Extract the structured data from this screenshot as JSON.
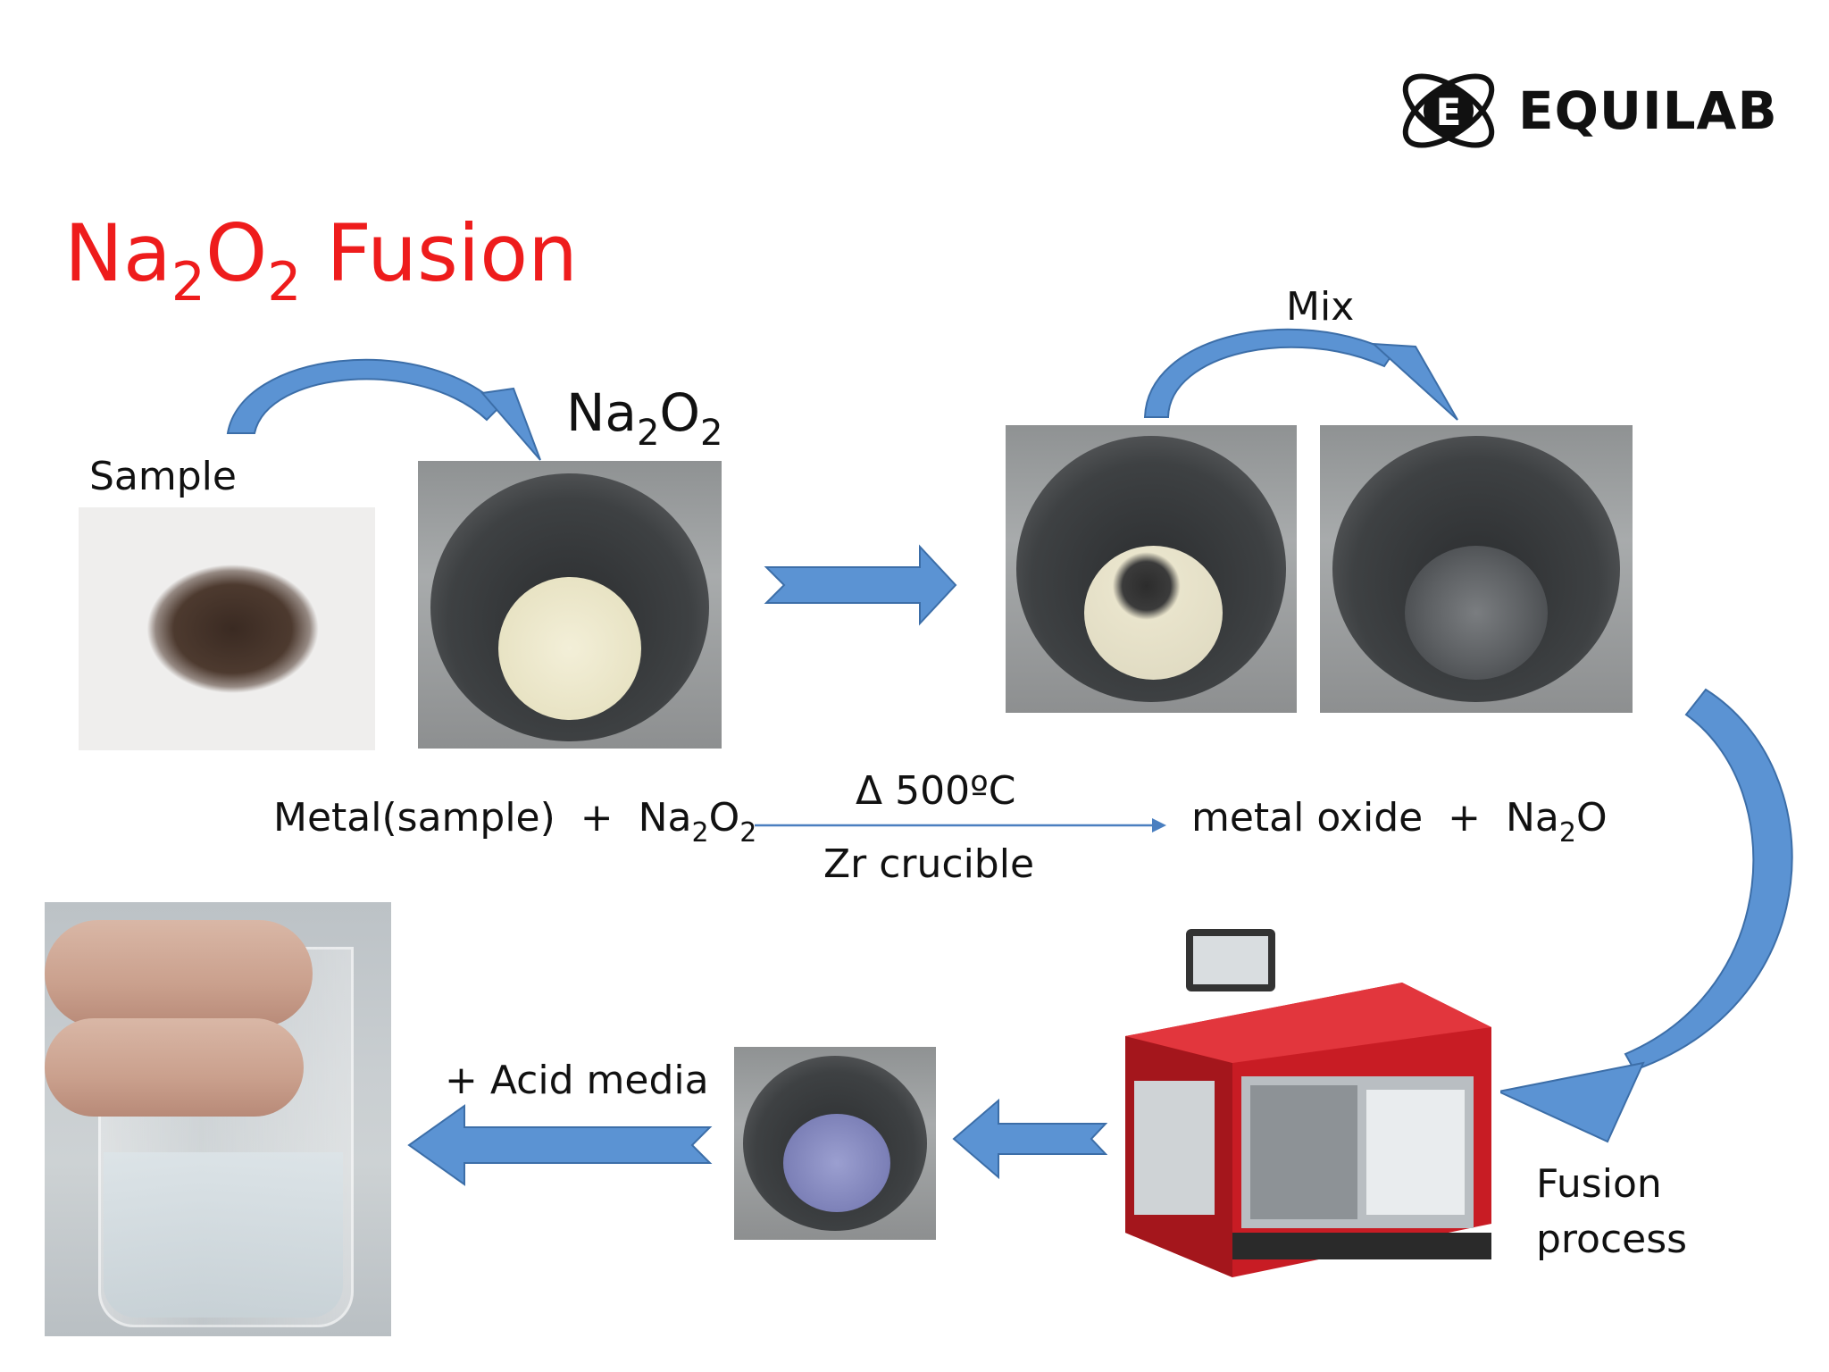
{
  "logo": {
    "brand": "EQUILAB",
    "mark_letter": "E",
    "icon": "atom-orbit-logo"
  },
  "title": {
    "base_a": "Na",
    "sub_a": "2",
    "base_b": "O",
    "sub_b": "2",
    "rest": " Fusion"
  },
  "labels": {
    "sample": "Sample",
    "reagent": {
      "a": "Na",
      "a_sub": "2",
      "b": "O",
      "b_sub": "2"
    },
    "mix": "Mix",
    "fusion_line1": "Fusion",
    "fusion_line2": "process",
    "acid": "+ Acid media"
  },
  "equation": {
    "left_text": "Metal(sample)  +  Na",
    "left_sub1": "2",
    "left_o": "O",
    "left_sub2": "2",
    "condition_top": "Δ 500ºC",
    "condition_bottom": "Zr crucible",
    "right_text": "metal oxide  +  Na",
    "right_sub": "2",
    "right_o": "O"
  },
  "colors": {
    "title": "#ee1c1c",
    "arrow_fill": "#5b93d3",
    "arrow_stroke": "#3c6ea8",
    "machine": "#d8222a"
  }
}
